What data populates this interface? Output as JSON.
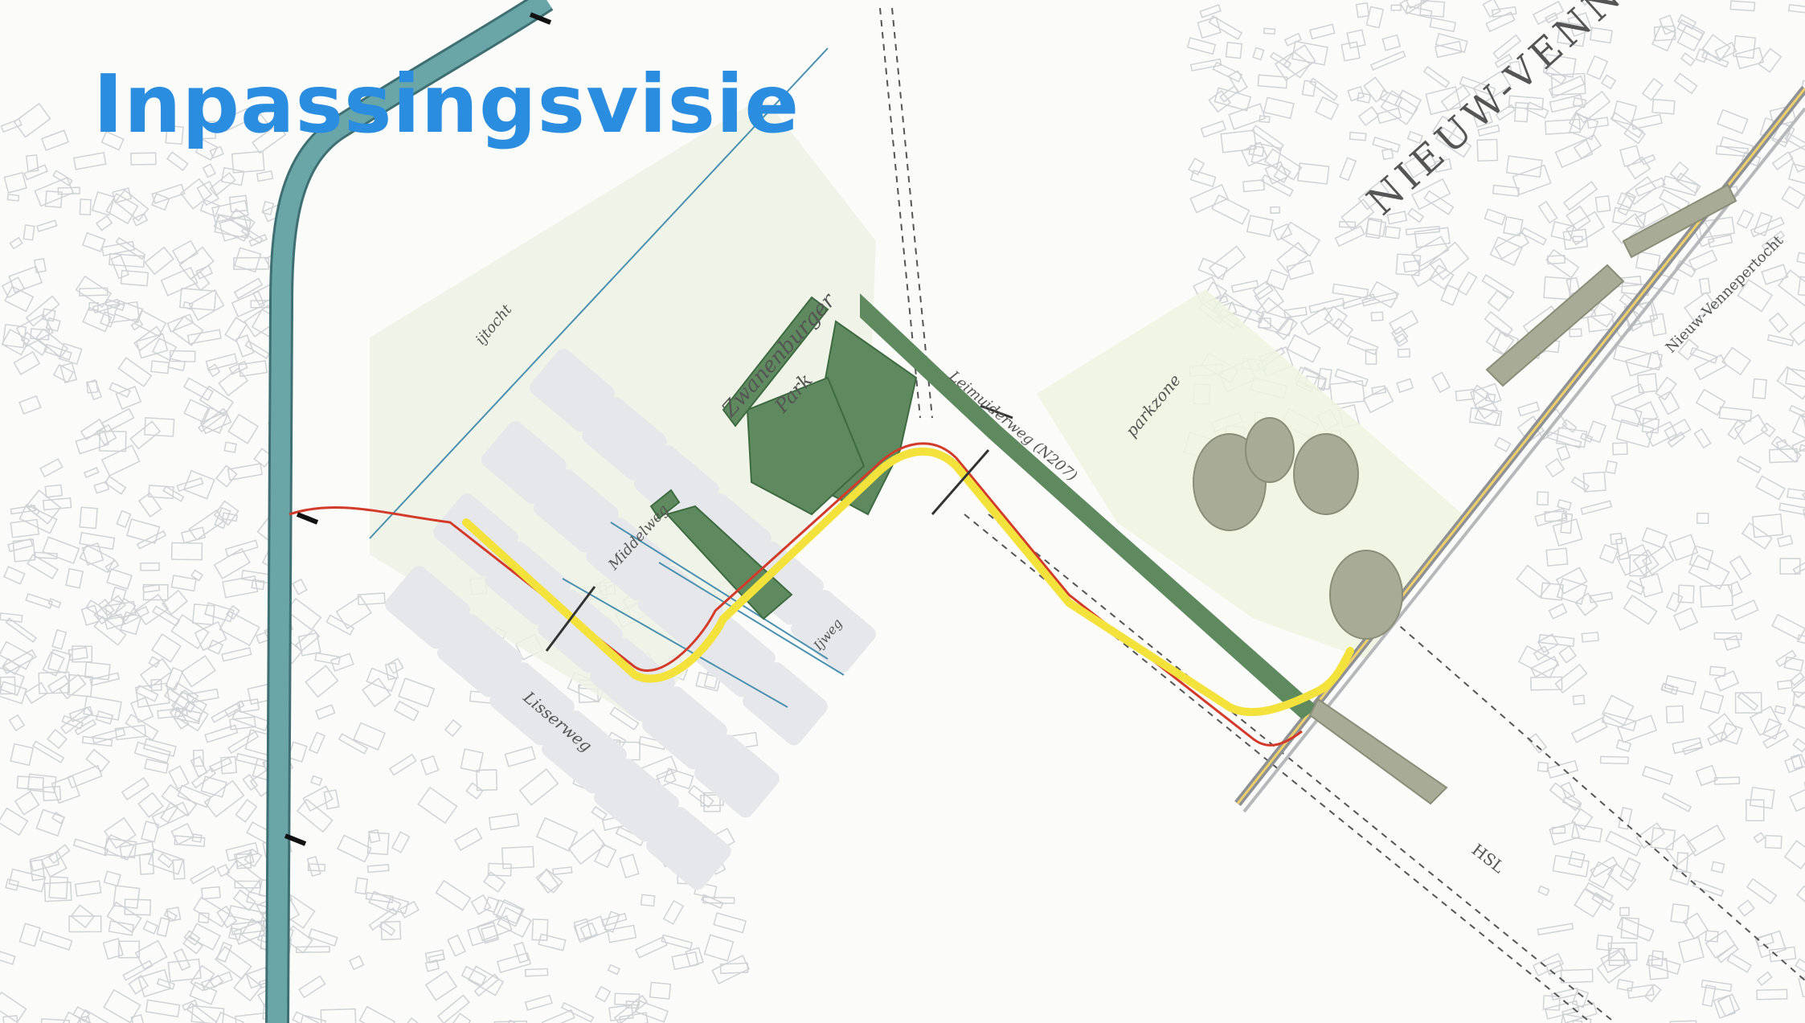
{
  "slide": {
    "title": "Inpassingsvisie"
  },
  "colors": {
    "title": "#2a8de0",
    "canal": "#6aa6a8",
    "canal_edge": "#3f6f72",
    "green_zone": "#5f8a5f",
    "green_zone_dark": "#3d6a40",
    "study_area": "#eef2e4",
    "parkzone": "#eef5df",
    "route_yellow": "#f4e23c",
    "route_red": "#d23a2a",
    "plot_grey": "#e6e7ea",
    "railway": "#8e9296",
    "building_line": "#cfd3d6"
  },
  "map_labels": {
    "district": "NIEUW-VENNEP",
    "ijtocht": "ijtocht",
    "park_name": "Zwanenburger",
    "park_sub": "Park",
    "middelweg": "Middelweg",
    "ijweg": "Ijweg",
    "lisserweg": "Lisserweg",
    "leimuiderweg": "Leimuiderweg (N207)",
    "parkzone": "parkzone",
    "nieuw_vennep_road": "Nieuw-Vennepertocht",
    "hsl": "HSL"
  },
  "icons": {
    "road_crossing": "double-arrow-icon",
    "bridge": "bridge-icon"
  }
}
